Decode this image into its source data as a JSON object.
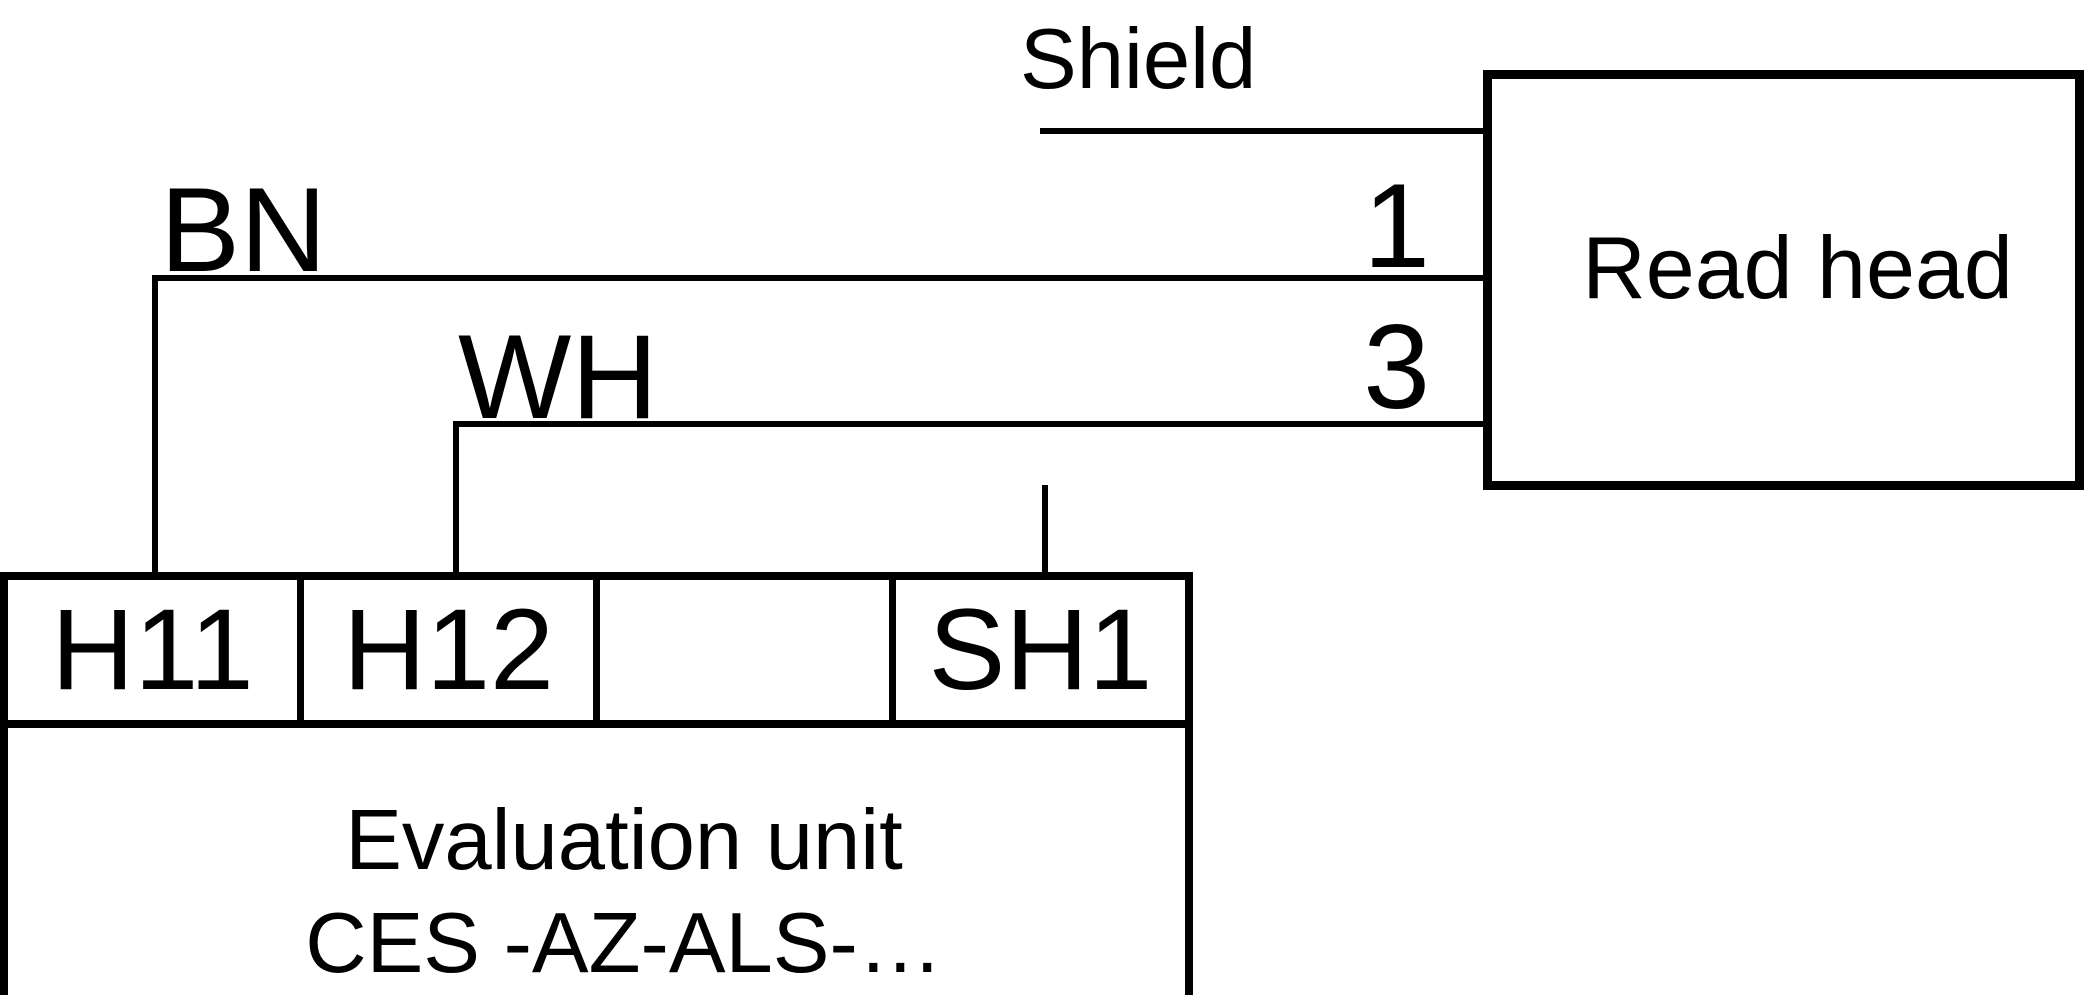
{
  "diagram": {
    "colors": {
      "line": "#000000",
      "background": "#ffffff"
    },
    "read_head": {
      "label": "Read head"
    },
    "wire_labels": {
      "shield": "Shield",
      "bn": "BN",
      "wh": "WH"
    },
    "pins": {
      "pin1": "1",
      "pin3": "3"
    },
    "evaluation_unit": {
      "terminals": [
        "H11",
        "H12",
        "",
        "SH1"
      ],
      "name_line1": "Evaluation unit",
      "name_line2": "CES -AZ-ALS-…"
    }
  }
}
